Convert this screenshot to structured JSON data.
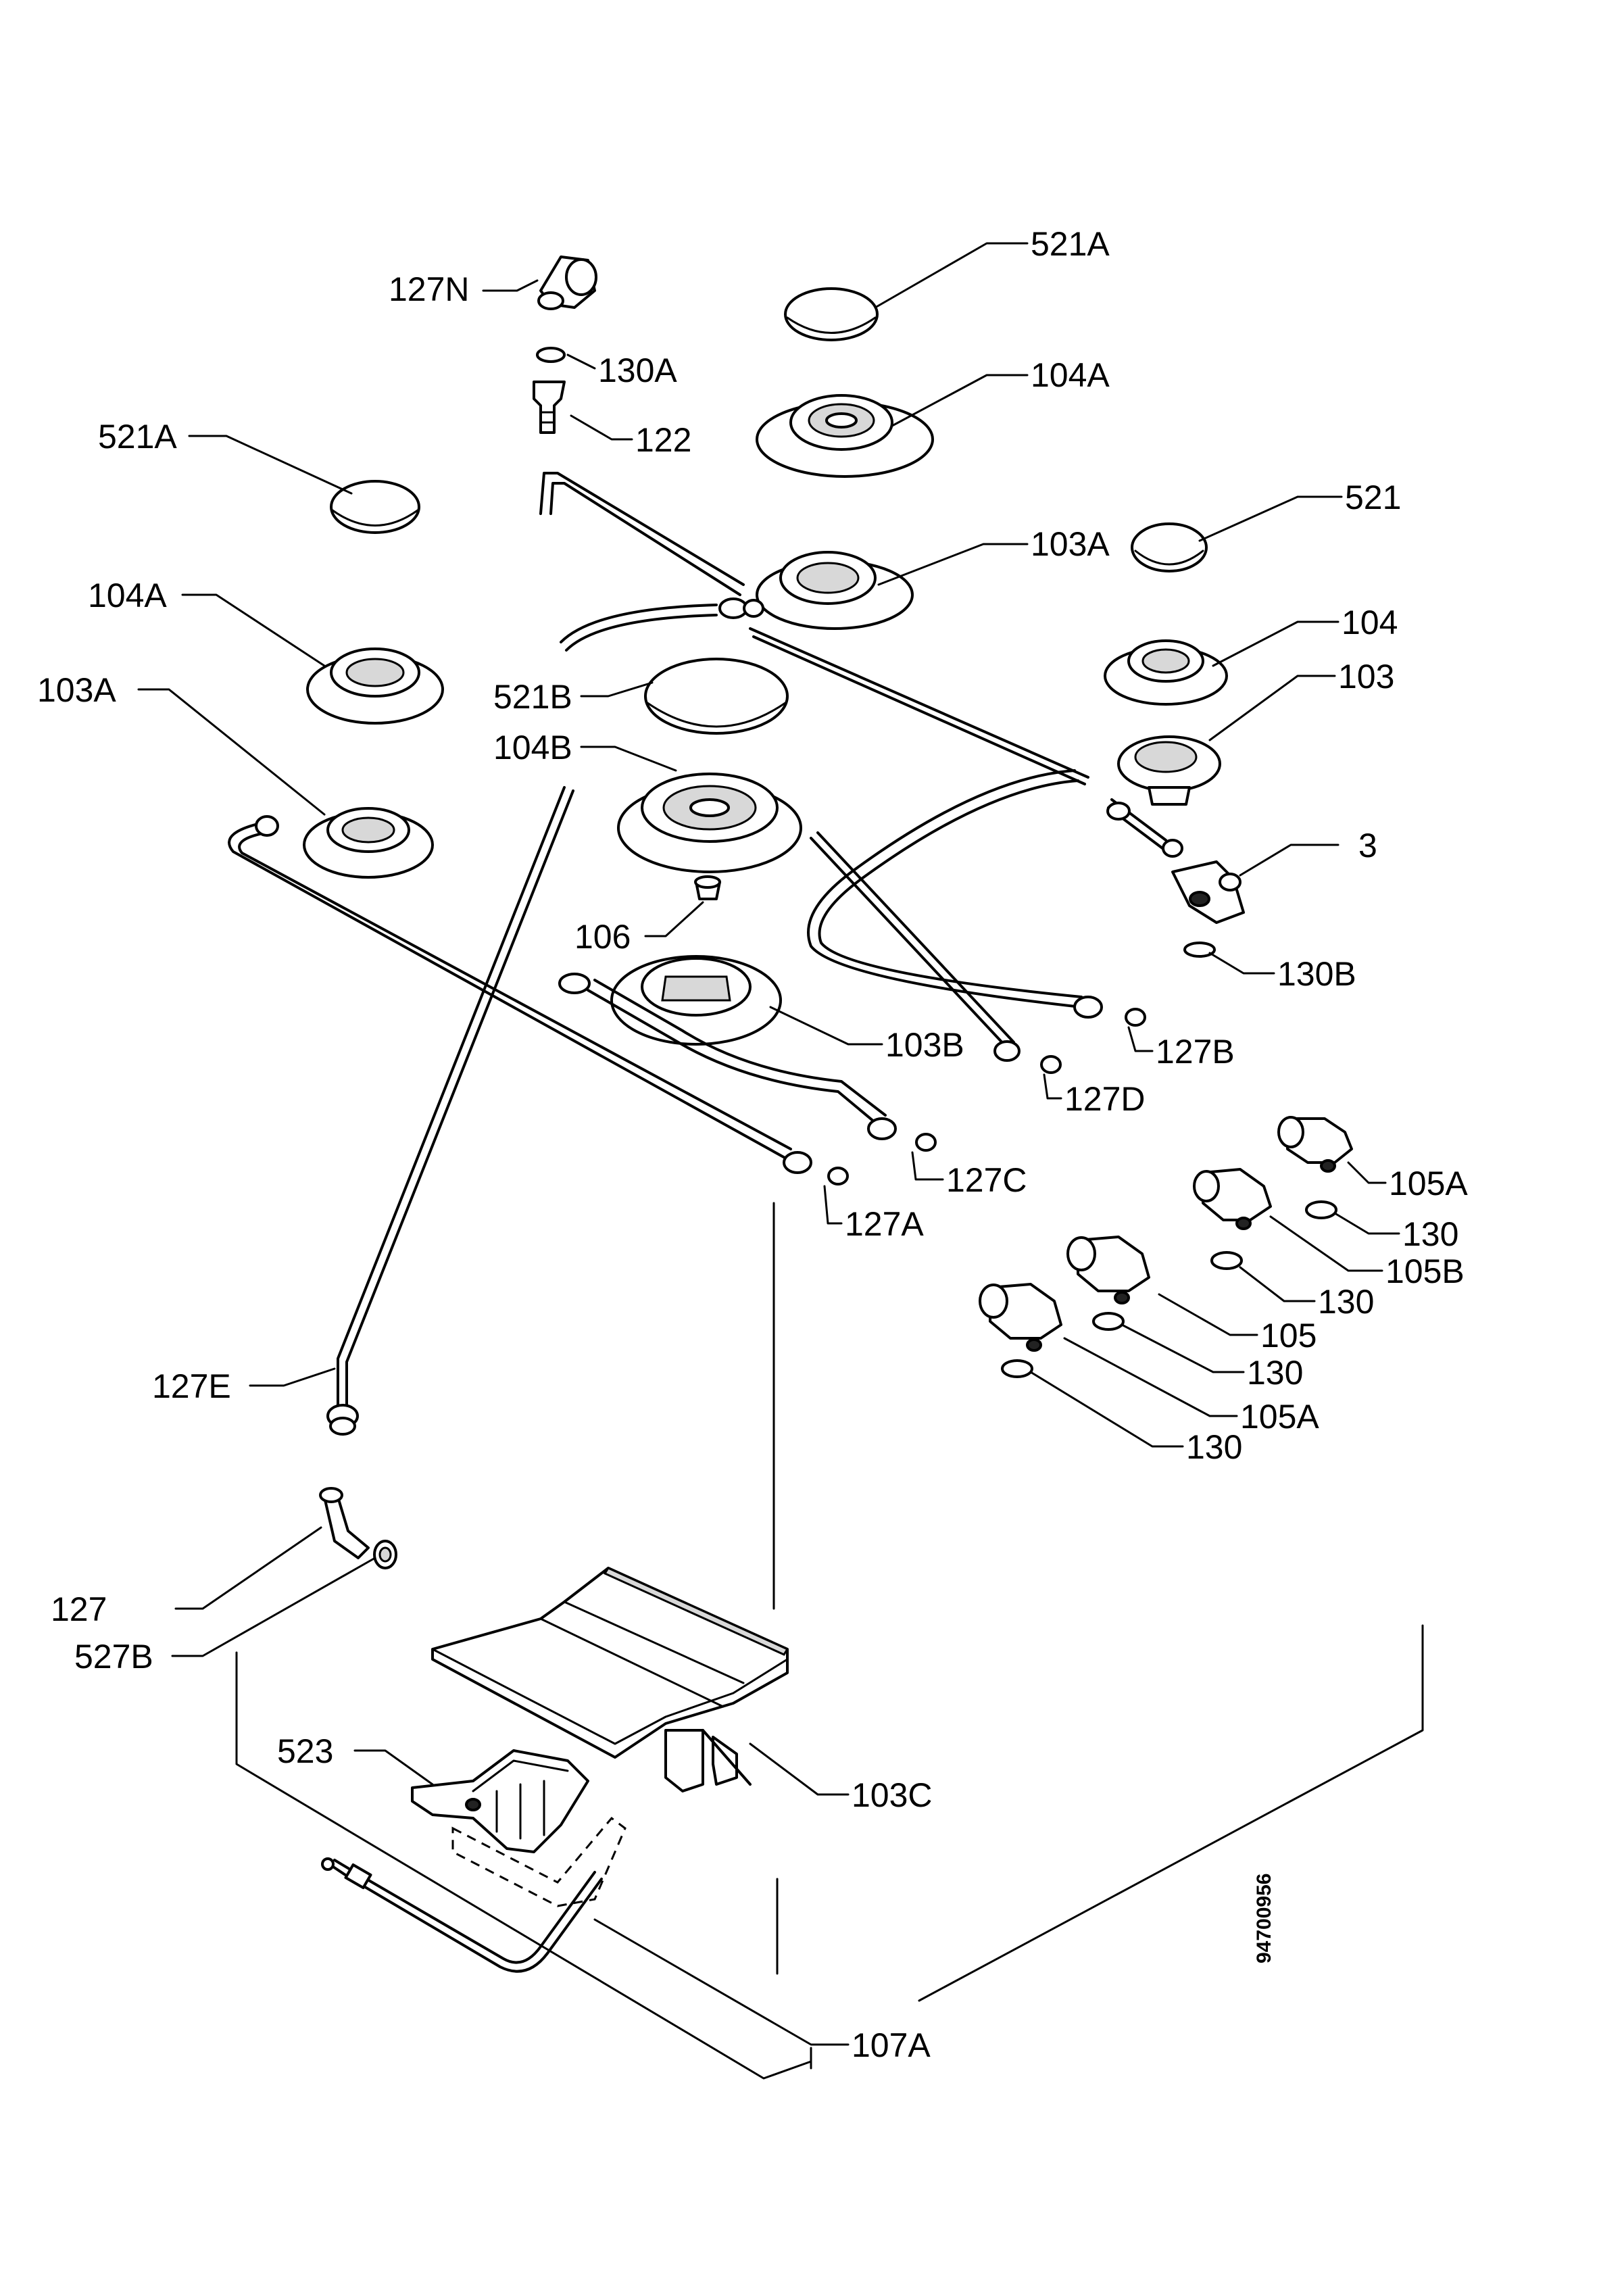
{
  "labels": {
    "l_127N": "127N",
    "l_521A_top": "521A",
    "l_130A": "130A",
    "l_122": "122",
    "l_104A_top": "104A",
    "l_521A_left": "521A",
    "l_521": "521",
    "l_103A_mid": "103A",
    "l_104A_left": "104A",
    "l_104": "104",
    "l_103A_left": "103A",
    "l_103": "103",
    "l_521B": "521B",
    "l_104B": "104B",
    "l_3": "3",
    "l_106": "106",
    "l_130B": "130B",
    "l_103B": "103B",
    "l_127B": "127B",
    "l_127D": "127D",
    "l_127C": "127C",
    "l_105A_top": "105A",
    "l_127A": "127A",
    "l_130_1": "130",
    "l_105B": "105B",
    "l_130_2": "130",
    "l_105": "105",
    "l_130_3": "130",
    "l_127E": "127E",
    "l_105A_bottom": "105A",
    "l_130_4": "130",
    "l_127": "127",
    "l_527B": "527B",
    "l_523": "523",
    "l_103C": "103C",
    "l_107A": "107A"
  },
  "document_number": "94700956"
}
